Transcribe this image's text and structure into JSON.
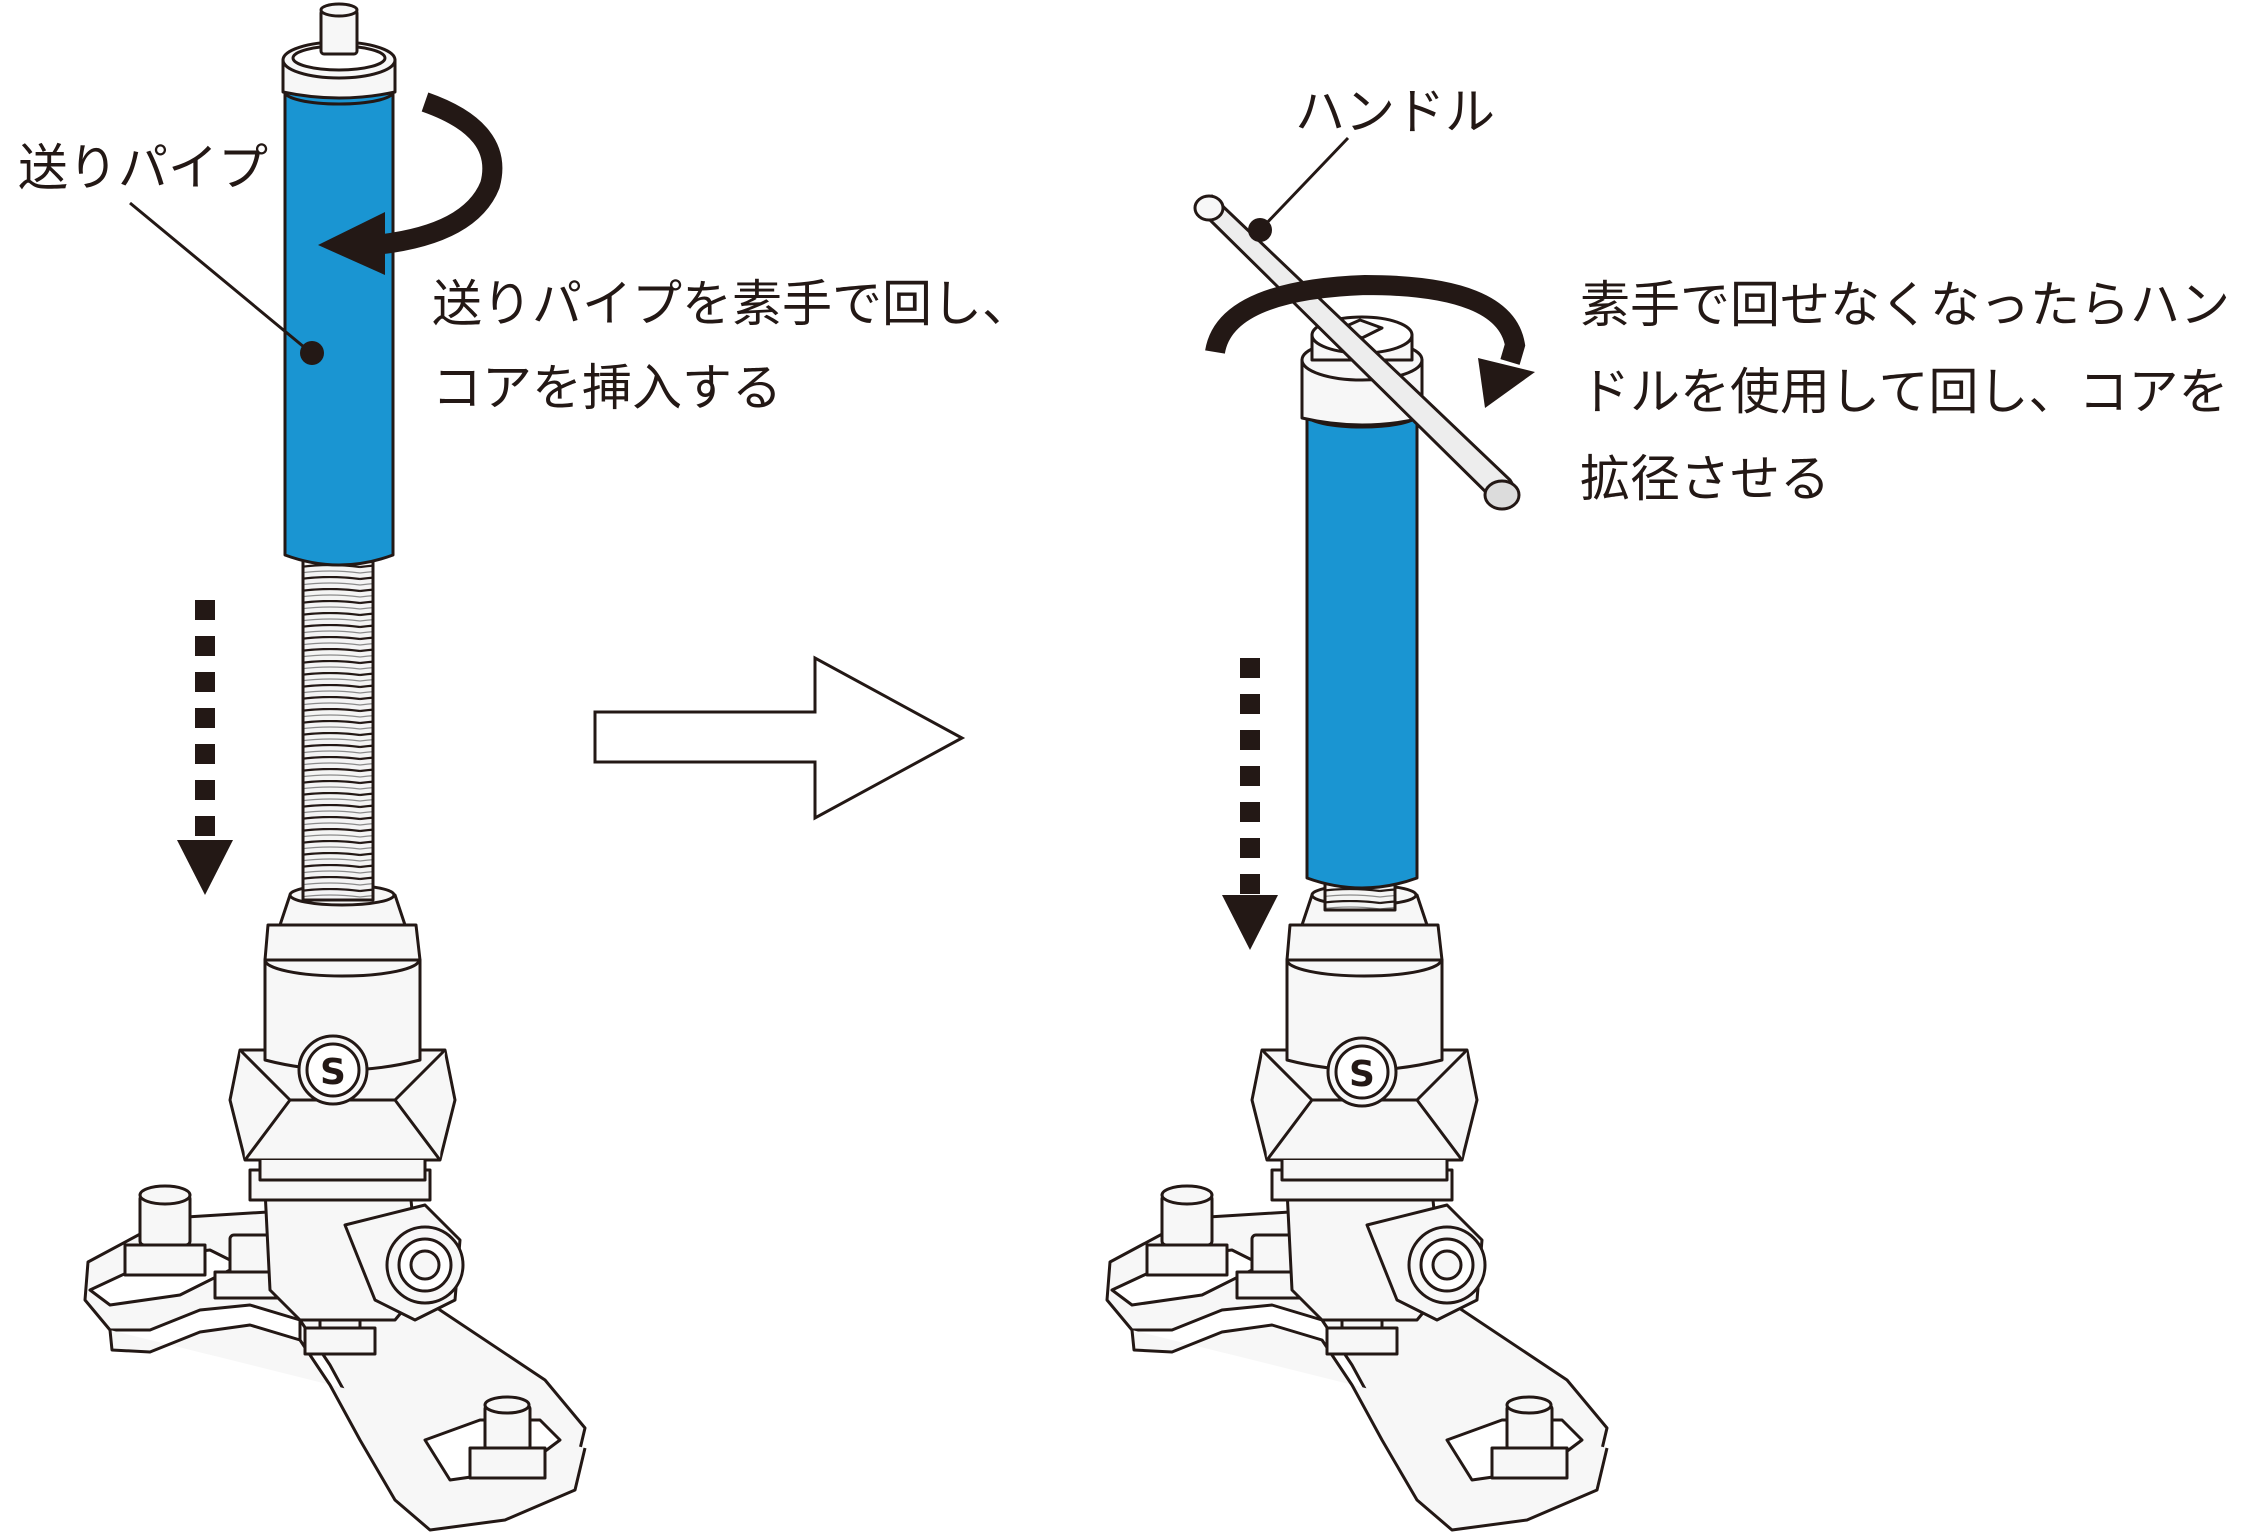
{
  "labels": {
    "feed_pipe": "送りパイプ",
    "handle": "ハンドル"
  },
  "step1": {
    "line1": "送りパイプを素手で回し、",
    "line2": "コアを挿入する"
  },
  "step2": {
    "line1": "素手で回せなくなったらハン",
    "line2": "ドルを使用して回し、コアを",
    "line3": "拡径させる"
  },
  "colors": {
    "pipe_blue": "#1a95d2",
    "ink": "#231815",
    "metal": "#f2f2f2"
  },
  "logo_text": "S"
}
